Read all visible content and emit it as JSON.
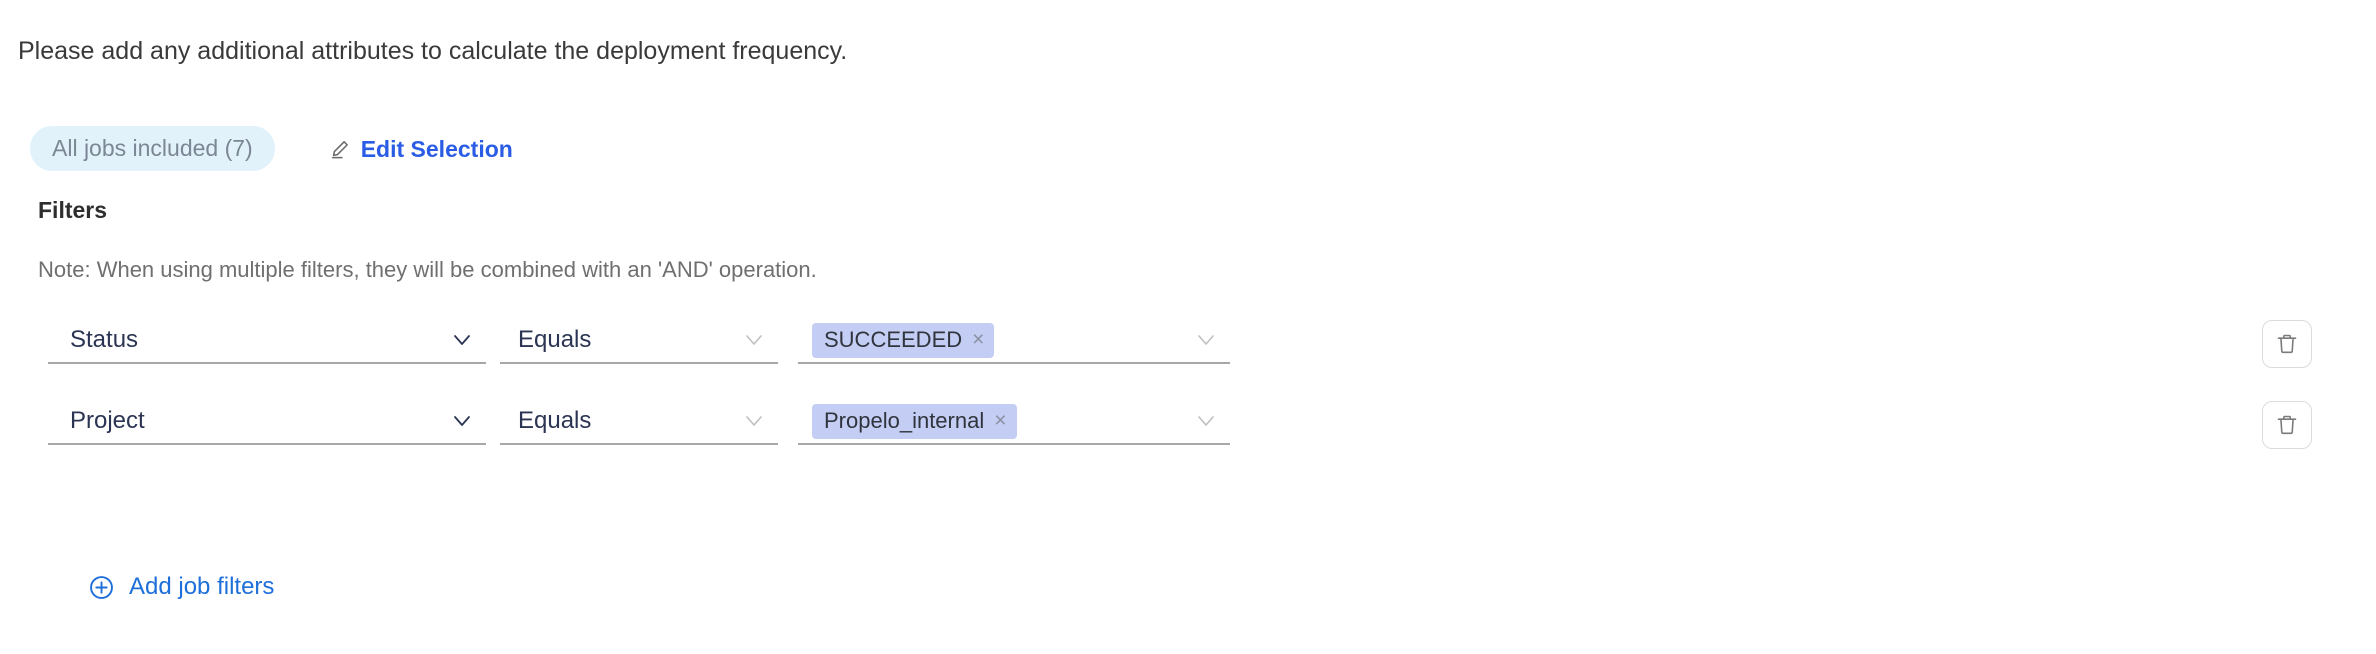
{
  "intro": {
    "text": "Please add any additional attributes to calculate the deployment frequency."
  },
  "selection": {
    "pill_label": "All jobs included (7)",
    "edit_label": "Edit Selection",
    "edit_icon": "pencil-icon",
    "pill_bg": "#e2f2fb",
    "pill_text_color": "#7b8794",
    "link_color": "#2a5ce5"
  },
  "filters": {
    "title": "Filters",
    "note": "Note: When using multiple filters, they will be combined with an 'AND' operation.",
    "chevron_icon": "chevron-down-icon",
    "delete_icon": "trash-icon",
    "chip_close_icon": "close-icon",
    "chip_bg": "#c4cdf4",
    "rows": [
      {
        "attribute": "Status",
        "operator": "Equals",
        "values": [
          "SUCCEEDED"
        ],
        "close_glyph": "×"
      },
      {
        "attribute": "Project",
        "operator": "Equals",
        "values": [
          "Propelo_internal"
        ],
        "close_glyph": "×"
      }
    ]
  },
  "add_filters": {
    "label": "Add job filters",
    "icon": "plus-circle-icon",
    "color": "#1e6fd9"
  }
}
